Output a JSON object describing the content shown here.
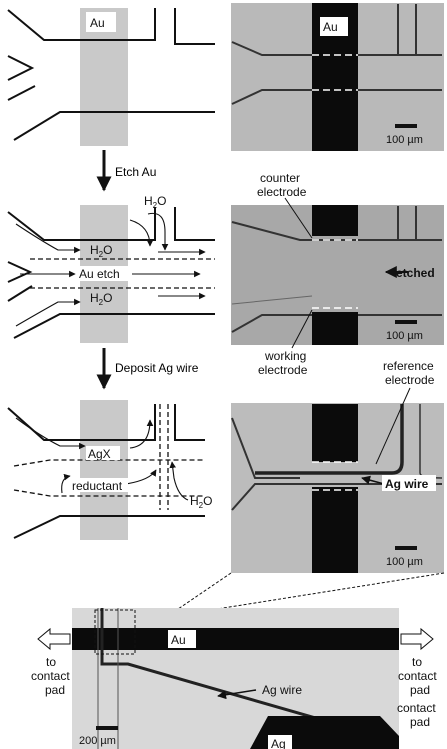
{
  "colors": {
    "gold_band": "#c9c9c9",
    "photo_bg": "#b9b9b9",
    "gold_dark": "#0b0b0b",
    "wire": "#222222"
  },
  "schematics": {
    "panel1": {
      "au": "Au"
    },
    "step1": {
      "label": "Etch Au"
    },
    "panel2": {
      "h2o_top": "H",
      "h2o_top_sub": "2",
      "h2o_top_tail": "O",
      "h2o_inner": "H",
      "h2o_inner_sub": "2",
      "h2o_inner_tail": "O",
      "au_etch": "Au etch",
      "h2o_bottom": "H",
      "h2o_bottom_sub": "2",
      "h2o_bottom_tail": "O"
    },
    "step2": {
      "label": "Deposit Ag wire"
    },
    "panel3": {
      "agx": "AgX",
      "reductant": "reductant",
      "h2o": "H",
      "h2o_sub": "2",
      "h2o_tail": "O"
    }
  },
  "photos": {
    "photo1": {
      "au": "Au",
      "scale": "100 µm"
    },
    "photo2": {
      "counter1": "counter",
      "counter2": "electrode",
      "etched": "etched",
      "working1": "working",
      "working2": "electrode",
      "scale": "100 µm"
    },
    "photo3": {
      "ref1": "reference",
      "ref2": "electrode",
      "ag_wire": "Ag wire",
      "scale": "100 µm"
    },
    "photo4": {
      "au": "Au",
      "ag_wire": "Ag wire",
      "ag": "Ag",
      "scale": "200 µm",
      "left1": "to",
      "left2": "contact",
      "left3": "pad",
      "right1": "to",
      "right2": "contact",
      "right3": "pad",
      "pad1": "contact",
      "pad2": "pad"
    }
  }
}
